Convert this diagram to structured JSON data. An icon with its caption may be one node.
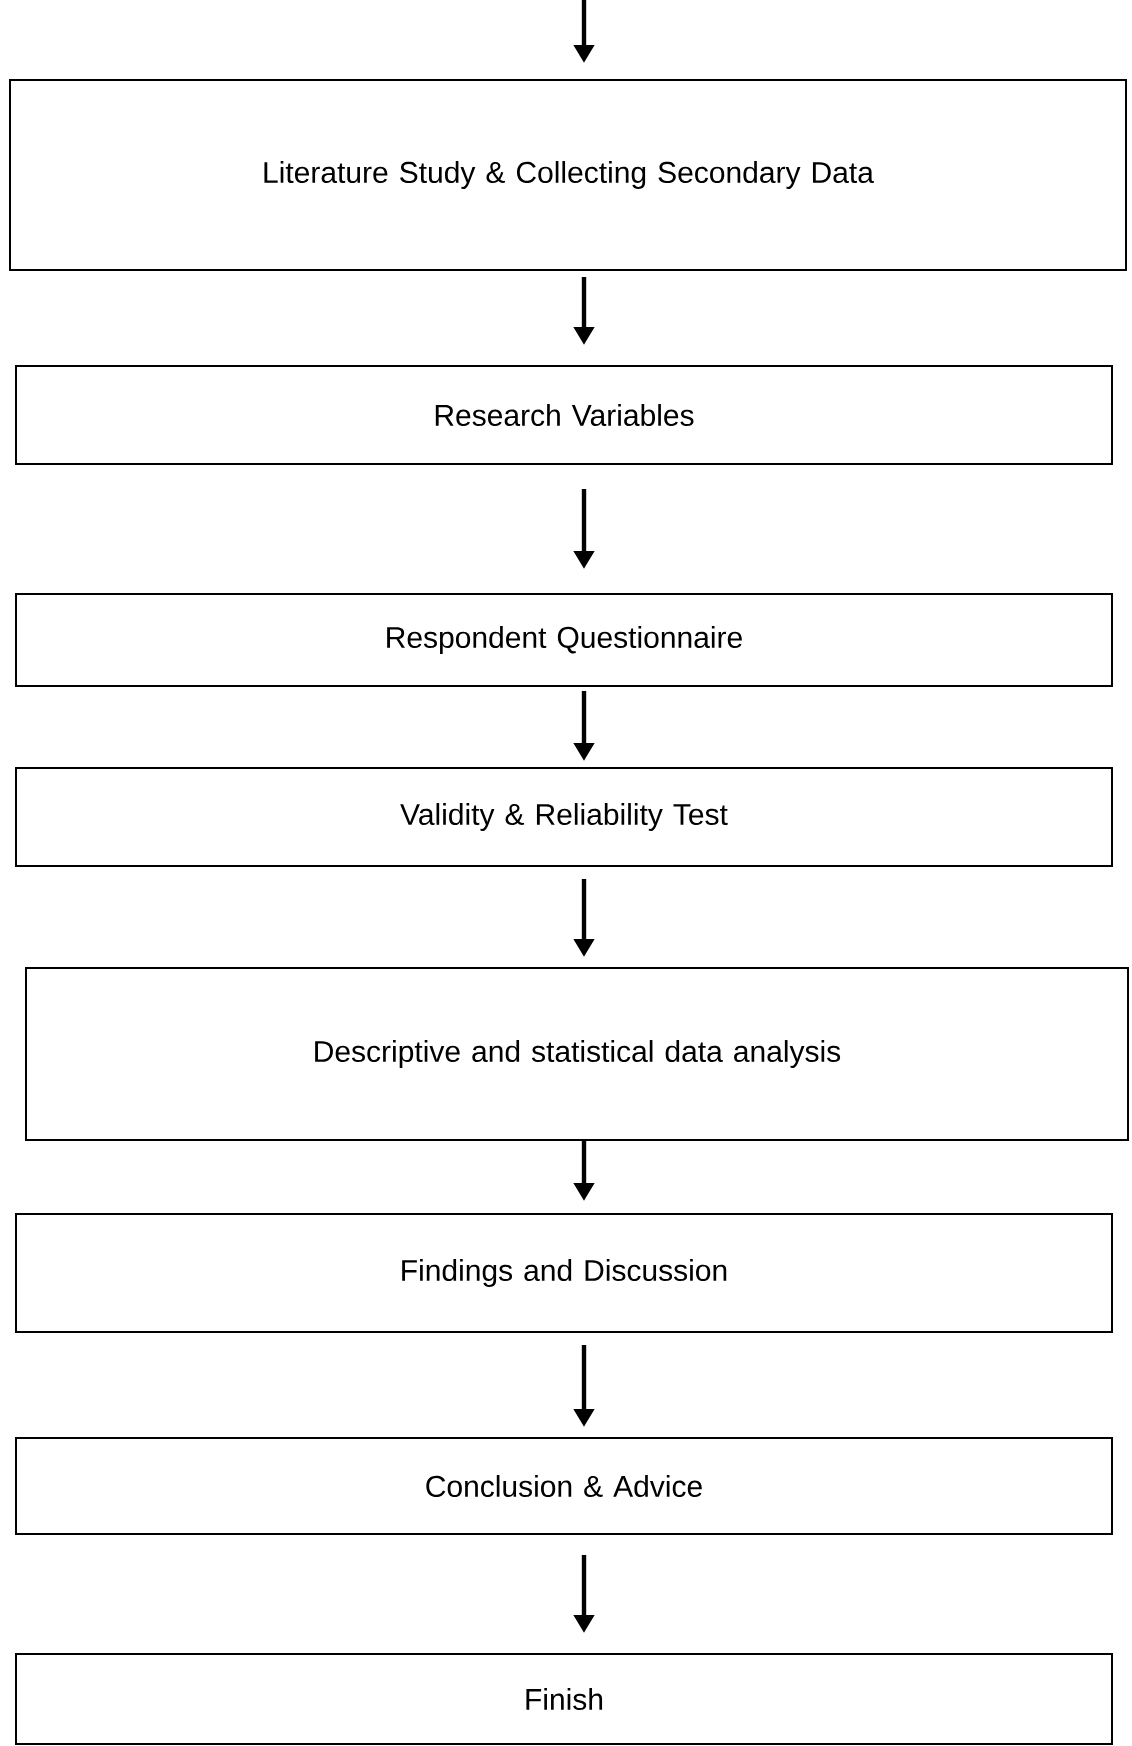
{
  "diagram": {
    "nodes": [
      {
        "text": [
          "Literature Study & Collecting Secondary Data"
        ]
      },
      {
        "text": [
          "Research Variables"
        ]
      },
      {
        "text": [
          "Respondent Questionnaire"
        ]
      },
      {
        "text": [
          "Validity & Reliability Test"
        ]
      },
      {
        "text": [
          "Descriptive and statistical data analysis"
        ]
      },
      {
        "text": [
          "Findings and Discussion"
        ]
      },
      {
        "text": [
          "Conclusion & Advice"
        ]
      },
      {
        "text": [
          "Finish"
        ]
      }
    ],
    "edges": [
      {
        "from": null,
        "to": 0,
        "arrow": "to"
      },
      {
        "from": 0,
        "to": 1,
        "arrow": "to"
      },
      {
        "from": 1,
        "to": 2,
        "arrow": "to"
      },
      {
        "from": 2,
        "to": 3,
        "arrow": "to"
      },
      {
        "from": 3,
        "to": 4,
        "arrow": "to"
      },
      {
        "from": 4,
        "to": 5,
        "arrow": "to"
      },
      {
        "from": 5,
        "to": 6,
        "arrow": "to"
      },
      {
        "from": 6,
        "to": 7,
        "arrow": "to"
      }
    ]
  }
}
